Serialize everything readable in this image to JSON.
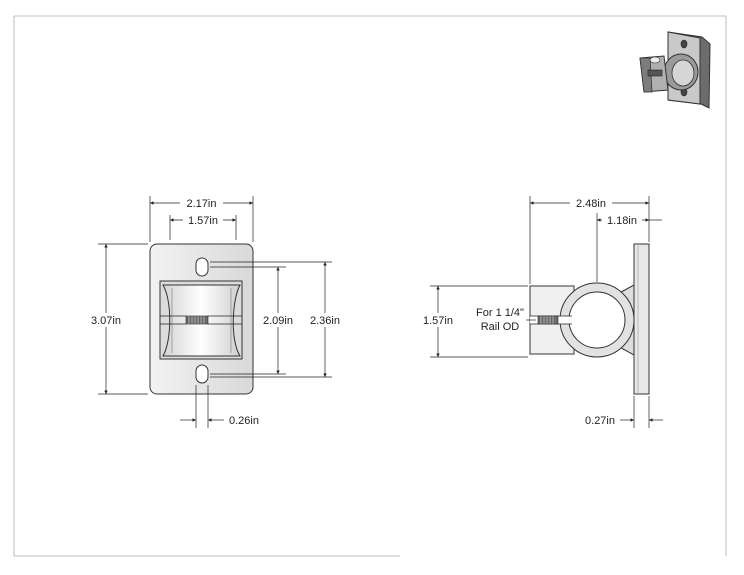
{
  "front_view": {
    "dims": {
      "overall_width": "2.17in",
      "slot_spacing": "1.57in",
      "overall_height": "3.07in",
      "inner_height": "2.09in",
      "slot_height": "2.36in",
      "slot_width": "0.26in"
    }
  },
  "side_view": {
    "dims": {
      "overall_depth": "2.48in",
      "ring_depth": "1.18in",
      "ring_height": "1.57in",
      "plate_thickness": "0.27in"
    },
    "note_line1": "For 1 1/4\"",
    "note_line2": "Rail OD"
  },
  "colors": {
    "line": "#222222",
    "fill_light": "#ffffff",
    "fill_shade": "#e6e6e6",
    "fill_mid": "#c8c8c8",
    "fill_dark": "#8a8a8a"
  }
}
